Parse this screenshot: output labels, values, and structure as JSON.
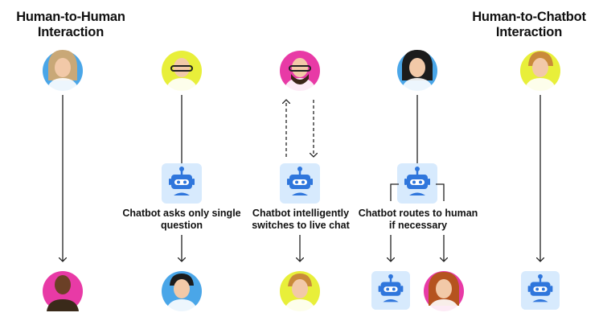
{
  "headings": {
    "human_to_human": "Human-to-Human Interaction",
    "human_to_chatbot": "Human-to-Chatbot Interaction"
  },
  "captions": {
    "asks_single_question": "Chatbot asks only single question",
    "switches_to_live_chat": "Chatbot intelligently switches to live chat",
    "routes_to_human": "Chatbot routes to human if necessary"
  },
  "colors": {
    "avatar_blue": "#4aa6e8",
    "avatar_yellow": "#e8ef3a",
    "avatar_pink": "#e83aa6",
    "bot_tile": "#d7eafd",
    "bot_body": "#2f76dc",
    "arrow": "#222222"
  },
  "scenarios": [
    {
      "top": "customer-woman",
      "flow": "direct",
      "bottom": "agent-man"
    },
    {
      "top": "customer-man-glasses",
      "flow": "via-chatbot",
      "bottom": "agent-man-2"
    },
    {
      "top": "customer-man-beard",
      "flow": "chatbot-to-live-chat",
      "bottom": "agent-man-3"
    },
    {
      "top": "customer-woman-2",
      "flow": "chatbot-routes",
      "bottom": [
        "chatbot",
        "agent-woman"
      ]
    },
    {
      "top": "customer-man-smiling",
      "flow": "direct",
      "bottom": "chatbot"
    }
  ]
}
